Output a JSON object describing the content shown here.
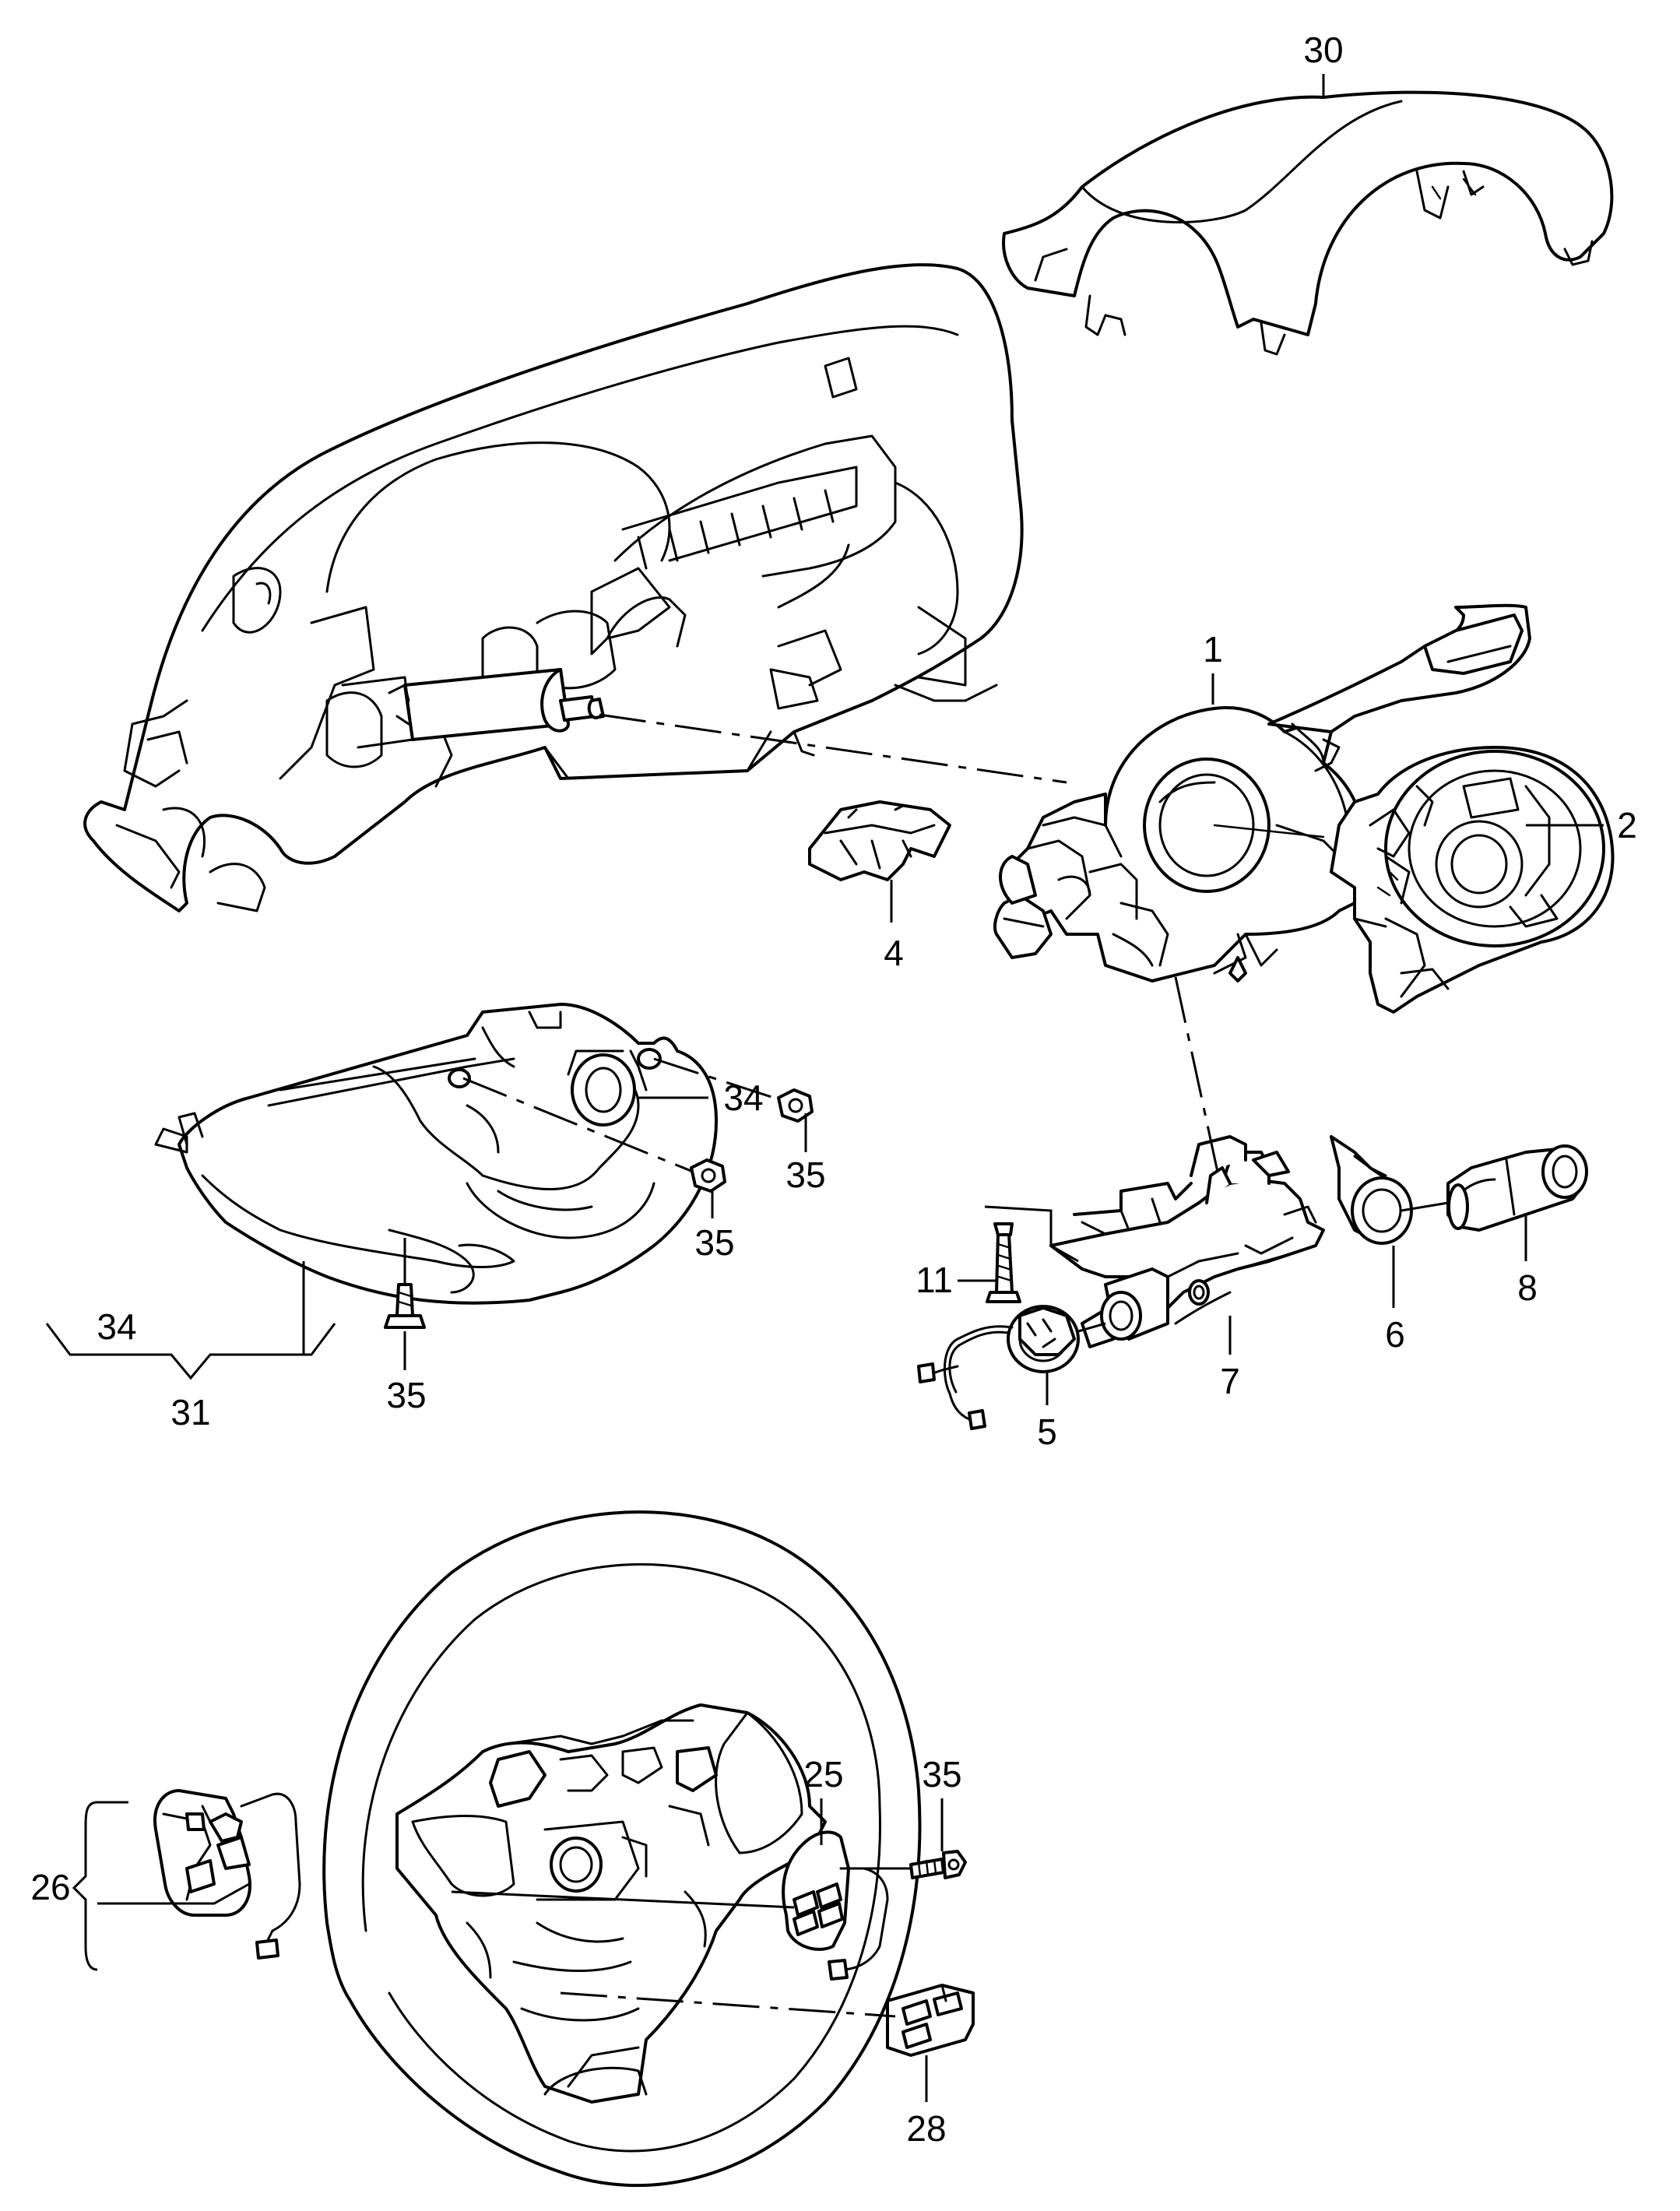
{
  "callouts": {
    "c1": "1",
    "c2": "2",
    "c4": "4",
    "c5": "5",
    "c6": "6",
    "c7": "7",
    "c8": "8",
    "c11": "11",
    "c25": "25",
    "c26": "26",
    "c28": "28",
    "c30": "30",
    "c31": "31",
    "c34a": "34",
    "c34b": "34",
    "c35a": "35",
    "c35b": "35",
    "c35c": "35",
    "c35d": "35"
  },
  "colors": {
    "line": "#000000",
    "background": "#ffffff"
  }
}
